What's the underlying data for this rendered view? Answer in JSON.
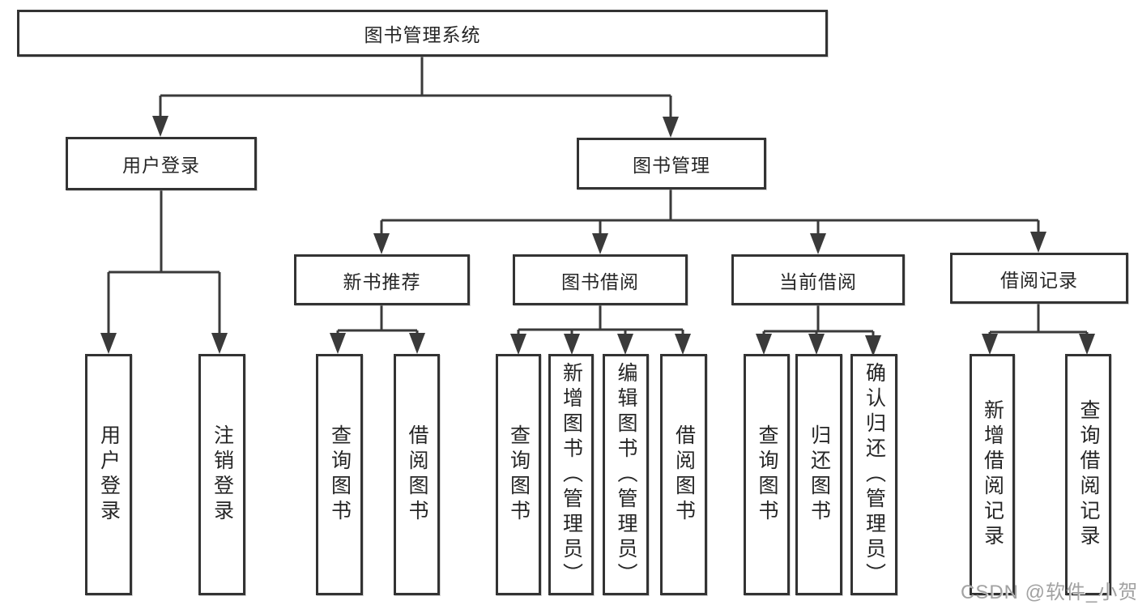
{
  "nodes": {
    "root": "图书管理系统",
    "user_login": "用户登录",
    "book_manage": "图书管理",
    "new_book_rec": "新书推荐",
    "book_borrow": "图书借阅",
    "current_borrow": "当前借阅",
    "borrow_records": "借阅记录",
    "leaf_user_login": "用户登录",
    "leaf_logout": "注销登录",
    "leaf_rec_query": "查询图书",
    "leaf_rec_borrow": "借阅图书",
    "leaf_bb_query": "查询图书",
    "leaf_bb_add": "新增图书（管理员）",
    "leaf_bb_edit": "编辑图书（管理员）",
    "leaf_bb_borrow": "借阅图书",
    "leaf_cb_query": "查询图书",
    "leaf_cb_return": "归还图书",
    "leaf_cb_confirm": "确认归还（管理员）",
    "leaf_br_add": "新增借阅记录",
    "leaf_br_query": "查询借阅记录"
  },
  "watermark": "CSDN @软件_小贺同学",
  "colors": {
    "line": "#3a3a3a",
    "box_border": "#333333",
    "text": "#262626",
    "watermark": "#a2a2a2",
    "background": "#ffffff"
  }
}
